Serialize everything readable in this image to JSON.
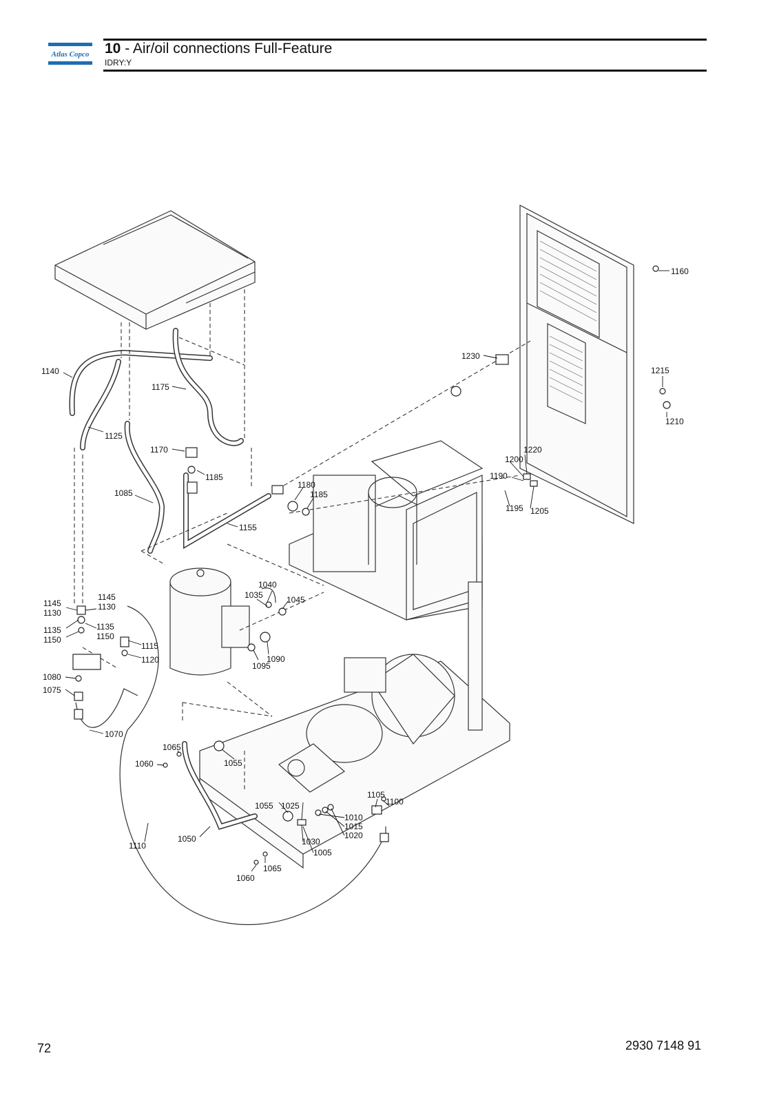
{
  "header": {
    "brand": "Atlas Copco",
    "section_number": "10",
    "separator": " - ",
    "title": "Air/oil connections Full-Feature",
    "subtitle": "IDRY:Y"
  },
  "footer": {
    "page_number": "72",
    "document_number": "2930 7148 91"
  },
  "colors": {
    "brand_blue": "#1b6fb5",
    "line": "#333333"
  },
  "callouts": [
    {
      "id": "c1160",
      "text": "1160"
    },
    {
      "id": "c1230",
      "text": "1230"
    },
    {
      "id": "c1215",
      "text": "1215"
    },
    {
      "id": "c1210",
      "text": "1210"
    },
    {
      "id": "c1140",
      "text": "1140"
    },
    {
      "id": "c1175",
      "text": "1175"
    },
    {
      "id": "c1125",
      "text": "1125"
    },
    {
      "id": "c1170",
      "text": "1170"
    },
    {
      "id": "c1185a",
      "text": "1185"
    },
    {
      "id": "c1180",
      "text": "1180"
    },
    {
      "id": "c1185b",
      "text": "1185"
    },
    {
      "id": "c1085",
      "text": "1085"
    },
    {
      "id": "c1155",
      "text": "1155"
    },
    {
      "id": "c1220",
      "text": "1220"
    },
    {
      "id": "c1200",
      "text": "1200"
    },
    {
      "id": "c1190",
      "text": "1190"
    },
    {
      "id": "c1195",
      "text": "1195"
    },
    {
      "id": "c1205",
      "text": "1205"
    },
    {
      "id": "c1040",
      "text": "1040"
    },
    {
      "id": "c1035",
      "text": "1035"
    },
    {
      "id": "c1045",
      "text": "1045"
    },
    {
      "id": "c1145",
      "text": "1145"
    },
    {
      "id": "c1145b",
      "text": "1145"
    },
    {
      "id": "c1130",
      "text": "1130"
    },
    {
      "id": "c1130b",
      "text": "1130"
    },
    {
      "id": "c1135",
      "text": "1135"
    },
    {
      "id": "c1135b",
      "text": "1135"
    },
    {
      "id": "c1150",
      "text": "1150"
    },
    {
      "id": "c1150b",
      "text": "1150"
    },
    {
      "id": "c1115",
      "text": "1115"
    },
    {
      "id": "c1120",
      "text": "1120"
    },
    {
      "id": "c1090",
      "text": "1090"
    },
    {
      "id": "c1095",
      "text": "1095"
    },
    {
      "id": "c1080",
      "text": "1080"
    },
    {
      "id": "c1075",
      "text": "1075"
    },
    {
      "id": "c1070",
      "text": "1070"
    },
    {
      "id": "c1065a",
      "text": "1065"
    },
    {
      "id": "c1060a",
      "text": "1060"
    },
    {
      "id": "c1055a",
      "text": "1055"
    },
    {
      "id": "c1055b",
      "text": "1055"
    },
    {
      "id": "c1025",
      "text": "1025"
    },
    {
      "id": "c1105",
      "text": "1105"
    },
    {
      "id": "c1100",
      "text": "1100"
    },
    {
      "id": "c1010",
      "text": "1010"
    },
    {
      "id": "c1015",
      "text": "1015"
    },
    {
      "id": "c1020",
      "text": "1020"
    },
    {
      "id": "c1030",
      "text": "1030"
    },
    {
      "id": "c1005",
      "text": "1005"
    },
    {
      "id": "c1110",
      "text": "1110"
    },
    {
      "id": "c1050",
      "text": "1050"
    },
    {
      "id": "c1065b",
      "text": "1065"
    },
    {
      "id": "c1060b",
      "text": "1060"
    }
  ]
}
